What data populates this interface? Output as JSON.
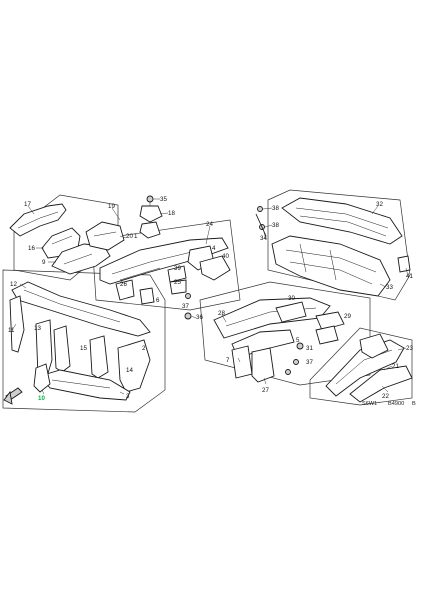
{
  "diagram": {
    "callouts": [
      {
        "id": "c17",
        "label": "17"
      },
      {
        "id": "c19",
        "label": "19"
      },
      {
        "id": "c35",
        "label": "35"
      },
      {
        "id": "c18",
        "label": "18"
      },
      {
        "id": "c24",
        "label": "24"
      },
      {
        "id": "c38a",
        "label": "38"
      },
      {
        "id": "c38b",
        "label": "38"
      },
      {
        "id": "c32",
        "label": "32"
      },
      {
        "id": "c16",
        "label": "16"
      },
      {
        "id": "c9",
        "label": "9"
      },
      {
        "id": "c20",
        "label": "20"
      },
      {
        "id": "c1",
        "label": "1"
      },
      {
        "id": "c34",
        "label": "34"
      },
      {
        "id": "c4",
        "label": "4"
      },
      {
        "id": "c41",
        "label": "41"
      },
      {
        "id": "c26",
        "label": "26"
      },
      {
        "id": "c6",
        "label": "6"
      },
      {
        "id": "c39",
        "label": "39"
      },
      {
        "id": "c40",
        "label": "40"
      },
      {
        "id": "c25",
        "label": "25"
      },
      {
        "id": "c37a",
        "label": "37"
      },
      {
        "id": "c33",
        "label": "33"
      },
      {
        "id": "c12",
        "label": "12"
      },
      {
        "id": "c11",
        "label": "11"
      },
      {
        "id": "c36",
        "label": "36"
      },
      {
        "id": "c28",
        "label": "28"
      },
      {
        "id": "c30",
        "label": "30"
      },
      {
        "id": "c29",
        "label": "29"
      },
      {
        "id": "c5",
        "label": "5"
      },
      {
        "id": "c31",
        "label": "31"
      },
      {
        "id": "c37b",
        "label": "37"
      },
      {
        "id": "c13",
        "label": "13"
      },
      {
        "id": "c15",
        "label": "15"
      },
      {
        "id": "c14",
        "label": "14"
      },
      {
        "id": "c2",
        "label": "2"
      },
      {
        "id": "c7",
        "label": "7"
      },
      {
        "id": "c27",
        "label": "27"
      },
      {
        "id": "c3",
        "label": "3"
      },
      {
        "id": "c10",
        "label": "10"
      },
      {
        "id": "c23",
        "label": "23"
      },
      {
        "id": "c21",
        "label": "21"
      },
      {
        "id": "c22",
        "label": "22"
      }
    ],
    "diagram_code": "S6W1",
    "sheet_code": "B4900",
    "sheet_suffix": "B",
    "highlight_color": "#00b44a",
    "line_color": "#1a1a1a"
  }
}
